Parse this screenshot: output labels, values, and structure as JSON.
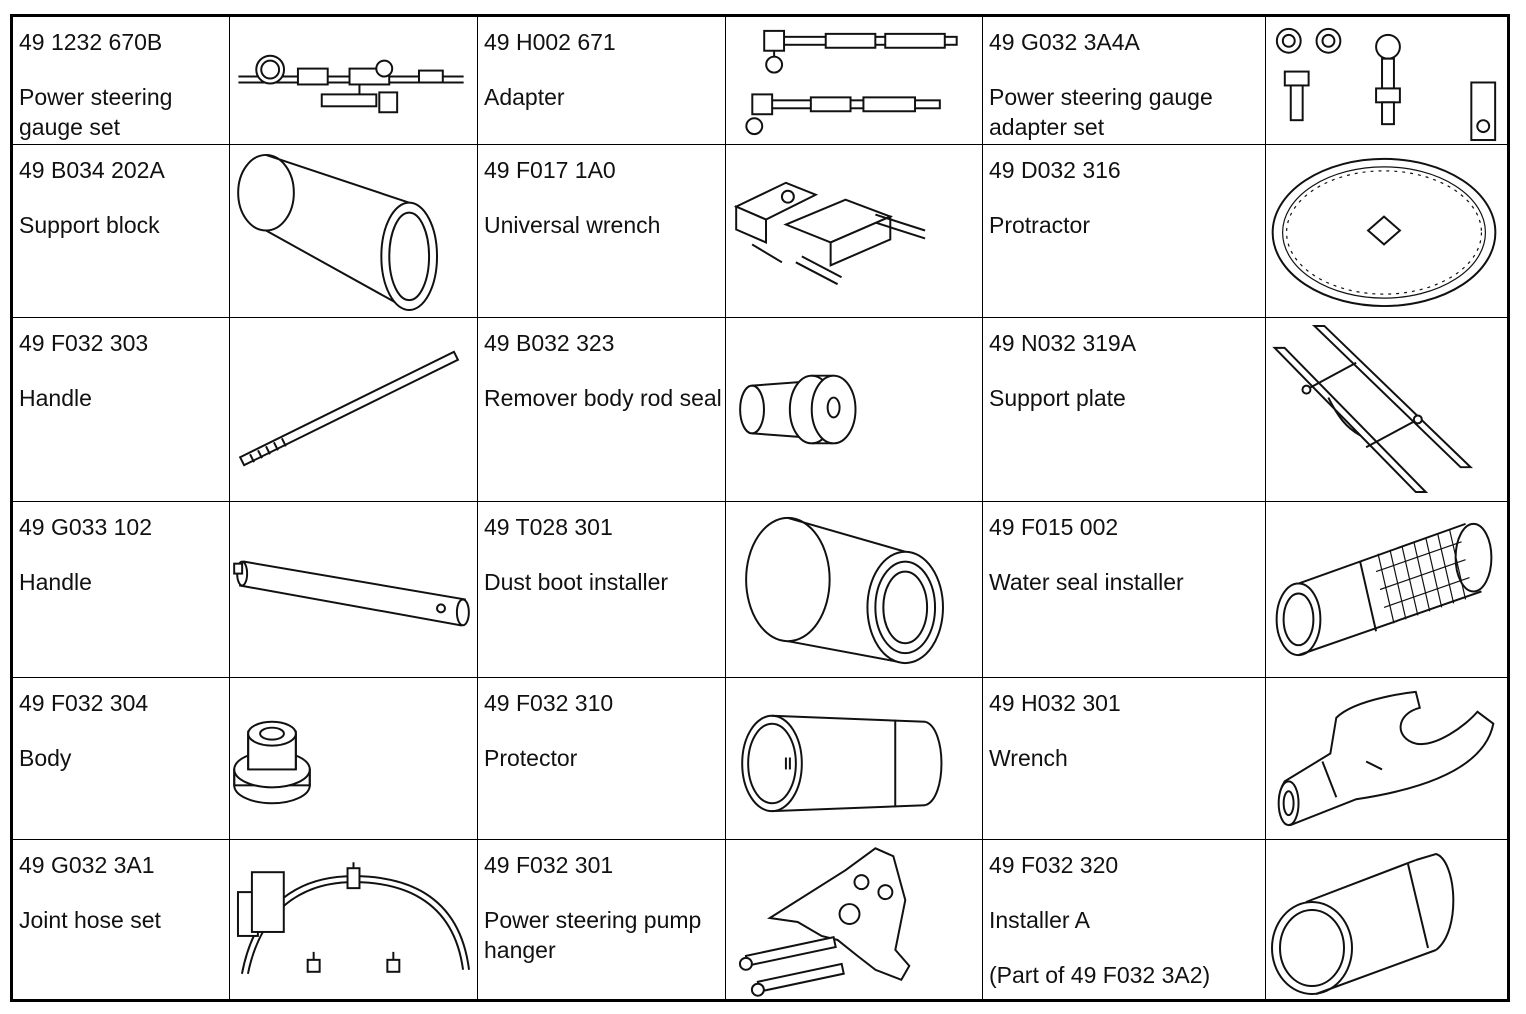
{
  "tools": [
    {
      "part": "49 1232 670B",
      "name": "Power steering gauge set",
      "icon": "gauge-set-icon"
    },
    {
      "part": "49 H002 671",
      "name": "Adapter",
      "icon": "hose-adapter-icon"
    },
    {
      "part": "49 G032 3A4A",
      "name": "Power steering gauge adapter set",
      "icon": "fittings-set-icon"
    },
    {
      "part": "49 B034 202A",
      "name": "Support block",
      "icon": "cylinder-block-icon"
    },
    {
      "part": "49 F017 1A0",
      "name": "Universal wrench",
      "icon": "universal-wrench-icon"
    },
    {
      "part": "49 D032 316",
      "name": "Protractor",
      "icon": "protractor-disc-icon"
    },
    {
      "part": "49 F032 303",
      "name": "Handle",
      "icon": "threaded-rod-icon"
    },
    {
      "part": "49 B032 323",
      "name": "Remover body rod seal",
      "icon": "stepped-remover-icon"
    },
    {
      "part": "49 N032 319A",
      "name": "Support plate",
      "icon": "support-plate-icon"
    },
    {
      "part": "49 G033 102",
      "name": "Handle",
      "icon": "handle-bar-icon"
    },
    {
      "part": "49 T028 301",
      "name": "Dust boot installer",
      "icon": "sleeve-installer-icon"
    },
    {
      "part": "49 F015 002",
      "name": "Water seal installer",
      "icon": "knurled-installer-icon"
    },
    {
      "part": "49 F032 304",
      "name": "Body",
      "icon": "body-plug-icon"
    },
    {
      "part": "49 F032 310",
      "name": "Protector",
      "icon": "protector-sleeve-icon"
    },
    {
      "part": "49 H032 301",
      "name": "Wrench",
      "icon": "crowfoot-wrench-icon"
    },
    {
      "part": "49 G032 3A1",
      "name": "Joint hose set",
      "icon": "joint-hose-icon"
    },
    {
      "part": "49 F032 301",
      "name": "Power steering pump hanger",
      "icon": "pump-hanger-icon"
    },
    {
      "part": "49 F032 320",
      "name": "Installer A",
      "note": "(Part of 49 F032 3A2)",
      "icon": "installer-cup-icon"
    }
  ]
}
